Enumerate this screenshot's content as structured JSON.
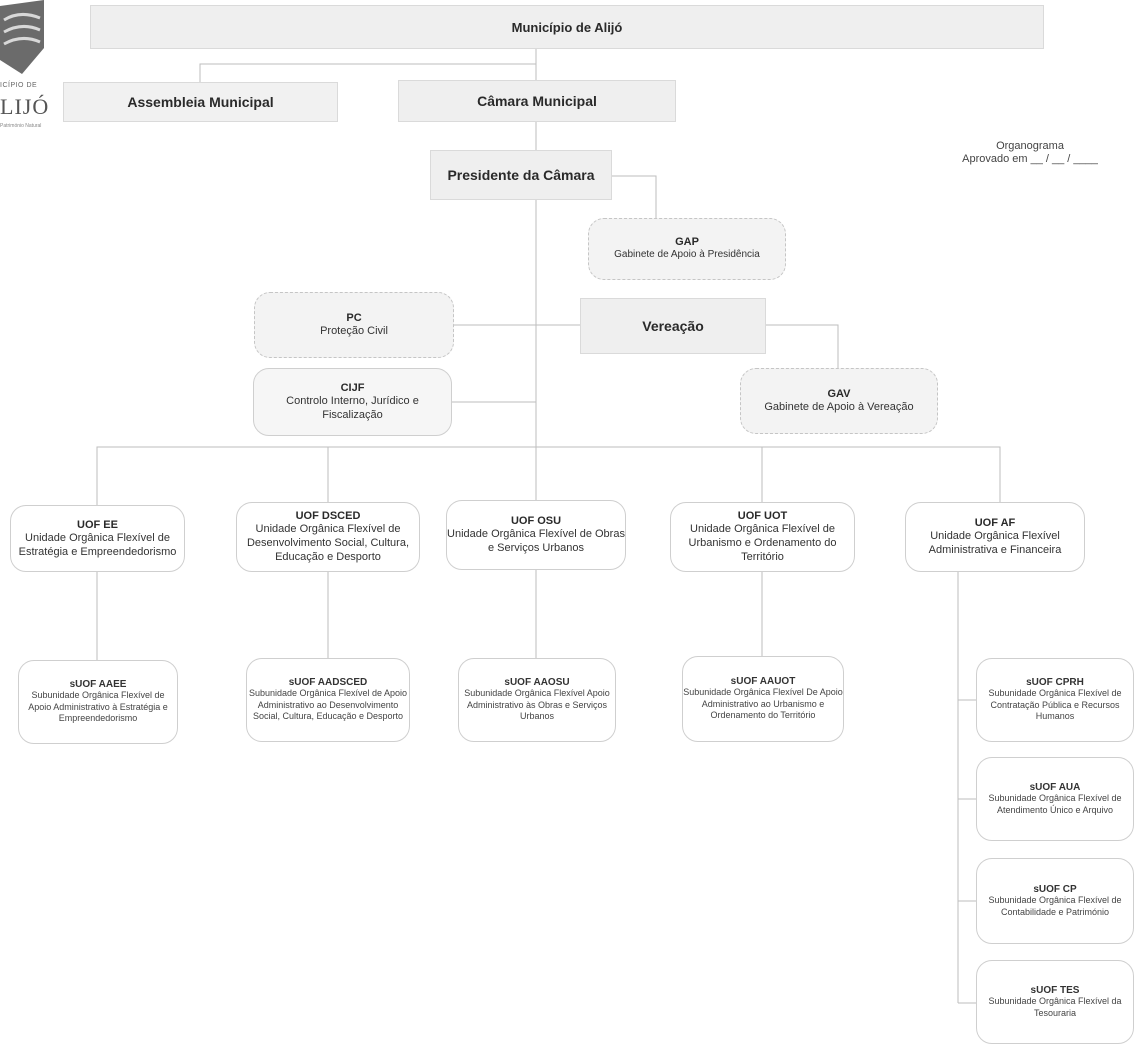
{
  "logo": {
    "top_text": "ICÍPIO DE",
    "main_text": "LIJÓ",
    "sub_text": "Património Natural"
  },
  "note": {
    "line1": "Organograma",
    "line2": "Aprovado em __ / __ / ____"
  },
  "nodes": {
    "municipio": {
      "title": "Município de Alijó"
    },
    "assembleia": {
      "title": "Assembleia Municipal"
    },
    "camara": {
      "title": "Câmara Municipal"
    },
    "presidente": {
      "title": "Presidente da Câmara"
    },
    "gap": {
      "title": "GAP",
      "desc": "Gabinete de Apoio à Presidência"
    },
    "pc": {
      "title": "PC",
      "desc": "Proteção Civil"
    },
    "vereacao": {
      "title": "Vereação"
    },
    "cijf": {
      "title": "CIJF",
      "desc": "Controlo Interno, Jurídico e Fiscalização"
    },
    "gav": {
      "title": "GAV",
      "desc": "Gabinete de Apoio à Vereação"
    },
    "uof_ee": {
      "title": "UOF EE",
      "desc": "Unidade Orgânica Flexível de Estratégia e Empreendedorismo"
    },
    "uof_dsced": {
      "title": "UOF DSCED",
      "desc": "Unidade Orgânica Flexível de Desenvolvimento Social, Cultura, Educação e Desporto"
    },
    "uof_osu": {
      "title": "UOF OSU",
      "desc": "Unidade Orgânica Flexível de Obras e Serviços Urbanos"
    },
    "uof_uot": {
      "title": "UOF UOT",
      "desc": "Unidade Orgânica Flexível de Urbanismo e Ordenamento do Território"
    },
    "uof_af": {
      "title": "UOF AF",
      "desc": "Unidade Orgânica Flexível Administrativa e Financeira"
    },
    "suof_aaee": {
      "title": "sUOF AAEE",
      "desc": "Subunidade Orgânica Flexível de Apoio Administrativo à Estratégia e Empreendedorismo"
    },
    "suof_aadsced": {
      "title": "sUOF AADSCED",
      "desc": "Subunidade Orgânica Flexível de Apoio Administrativo ao Desenvolvimento Social, Cultura, Educação e Desporto"
    },
    "suof_aaosu": {
      "title": "sUOF AAOSU",
      "desc": "Subunidade Orgânica Flexível Apoio Administrativo às Obras e Serviços Urbanos"
    },
    "suof_aauot": {
      "title": "sUOF AAUOT",
      "desc": "Subunidade Orgânica Flexível De Apoio Administrativo ao Urbanismo e Ordenamento do Território"
    },
    "suof_cprh": {
      "title": "sUOF CPRH",
      "desc": "Subunidade Orgânica Flexível de Contratação Pública e Recursos Humanos"
    },
    "suof_aua": {
      "title": "sUOF AUA",
      "desc": "Subunidade Orgânica Flexível de Atendimento Único e Arquivo"
    },
    "suof_cp": {
      "title": "sUOF CP",
      "desc": "Subunidade Orgânica Flexível de Contabilidade e Património"
    },
    "suof_tes": {
      "title": "sUOF TES",
      "desc": "Subunidade Orgânica Flexível da Tesouraria"
    }
  }
}
